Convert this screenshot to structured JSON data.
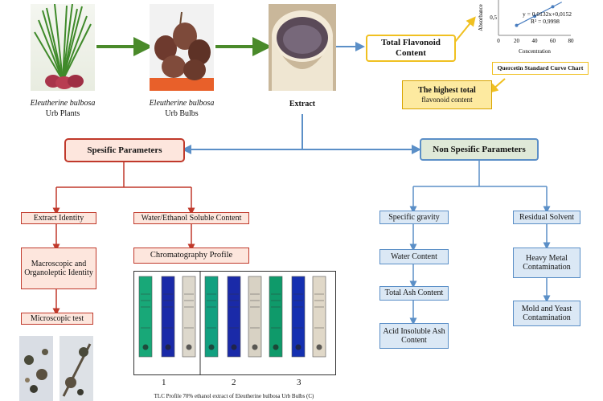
{
  "top": {
    "plants_caption_italic": "Eleutherine bulbosa",
    "plants_caption": "Urb Plants",
    "bulbs_caption_italic": "Eleutherine bulbosa",
    "bulbs_caption": "Urb Bulbs",
    "extract_caption": "Extract",
    "total_flavonoid": "Total Flavonoid Content",
    "highest_total_1": "The highest total",
    "highest_total_2": "flavonoid content",
    "curve_caption": "Quercetin Standard Curve Chart"
  },
  "chart_data": {
    "type": "scatter",
    "title": "",
    "xlabel": "Concentration",
    "ylabel": "Absorbance",
    "x_ticks": [
      "0",
      "20",
      "40",
      "60",
      "80"
    ],
    "y_ticks": [
      "0,5"
    ],
    "equation": "y = 0,0132x+0,0152",
    "r2": "R² = 0,9998",
    "x": [
      20,
      40,
      60
    ],
    "y": [
      0.28,
      0.54,
      0.81
    ],
    "xlim": [
      0,
      80
    ],
    "ylim": [
      0,
      1.0
    ]
  },
  "specific": {
    "title": "Spesific Parameters",
    "extract_identity": "Extract Identity",
    "macroscopic": "Macroscopic and Organoleptic Identity",
    "microscopic": "Microscopic test",
    "soluble": "Water/Ethanol Soluble Content",
    "chromatography": "Chromatography Profile",
    "lane_numbers": [
      "1",
      "2",
      "3"
    ],
    "tlc_caption": "TLC Profile 70% ethanol extract of Eleutherine bulbosa Urb Bulbs (C)"
  },
  "nonspecific": {
    "title": "Non Spesific Parameters",
    "specific_gravity": "Specific gravity",
    "water_content": "Water Content",
    "total_ash": "Total Ash Content",
    "acid_ash": "Acid Insoluble Ash Content",
    "residual_solvent": "Residual Solvent",
    "heavy_metal": "Heavy Metal Contamination",
    "mold_yeast": "Mold and Yeast Contamination"
  },
  "colors": {
    "green_arrow": "#4a8a2a",
    "blue_line": "#5b8fc7",
    "red_line": "#c0392b",
    "yellow_line": "#f0c020"
  }
}
